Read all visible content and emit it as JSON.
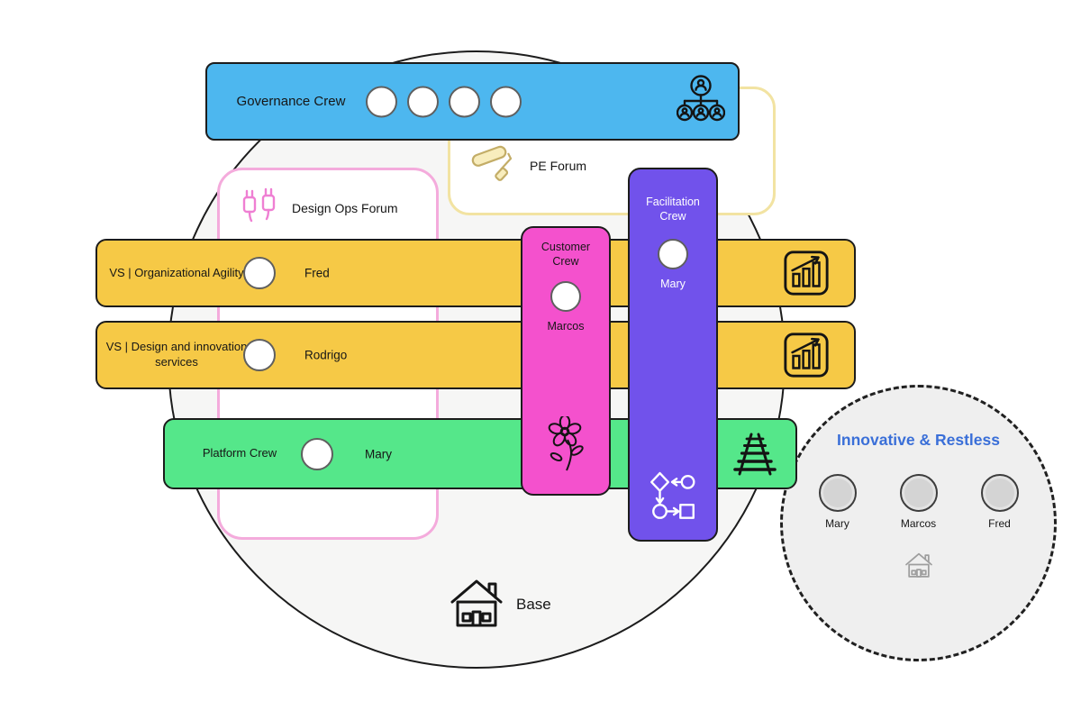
{
  "diagram": {
    "base": {
      "label": "Base",
      "fill": "#f6f6f5",
      "icon": "house-icon"
    },
    "governance_crew": {
      "label": "Governance Crew",
      "fill": "#4db7ef",
      "avatar_count": 4,
      "icon": "org-chart-icon"
    },
    "pe_forum": {
      "label": "PE Forum",
      "border_color": "#f2e3a2",
      "icon": "paint-roller-icon"
    },
    "design_ops_forum": {
      "label": "Design Ops Forum",
      "border_color": "#f4abdc",
      "icon": "cable-plugs-icon"
    },
    "value_streams": [
      {
        "label": "VS | Organizational Agility",
        "member": "Fred",
        "fill": "#f6c946",
        "icon": "growth-chart-icon"
      },
      {
        "label": "VS | Design and innovation services",
        "member": "Rodrigo",
        "fill": "#f6c946",
        "icon": "growth-chart-icon"
      }
    ],
    "platform_crew": {
      "label": "Platform Crew",
      "member": "Mary",
      "fill": "#55e78a",
      "icon": "railway-icon"
    },
    "customer_crew": {
      "label": "Customer Crew",
      "member": "Marcos",
      "fill": "#f451cd",
      "icon": "flower-icon"
    },
    "facilitation_crew": {
      "label": "Facilitation Crew",
      "member": "Mary",
      "fill": "#7152eb",
      "icon": "workflow-icon"
    },
    "innovative_restless": {
      "title": "Innovative & Restless",
      "title_color": "#3a6fd8",
      "members": [
        "Mary",
        "Marcos",
        "Fred"
      ],
      "icon": "house-icon"
    }
  }
}
